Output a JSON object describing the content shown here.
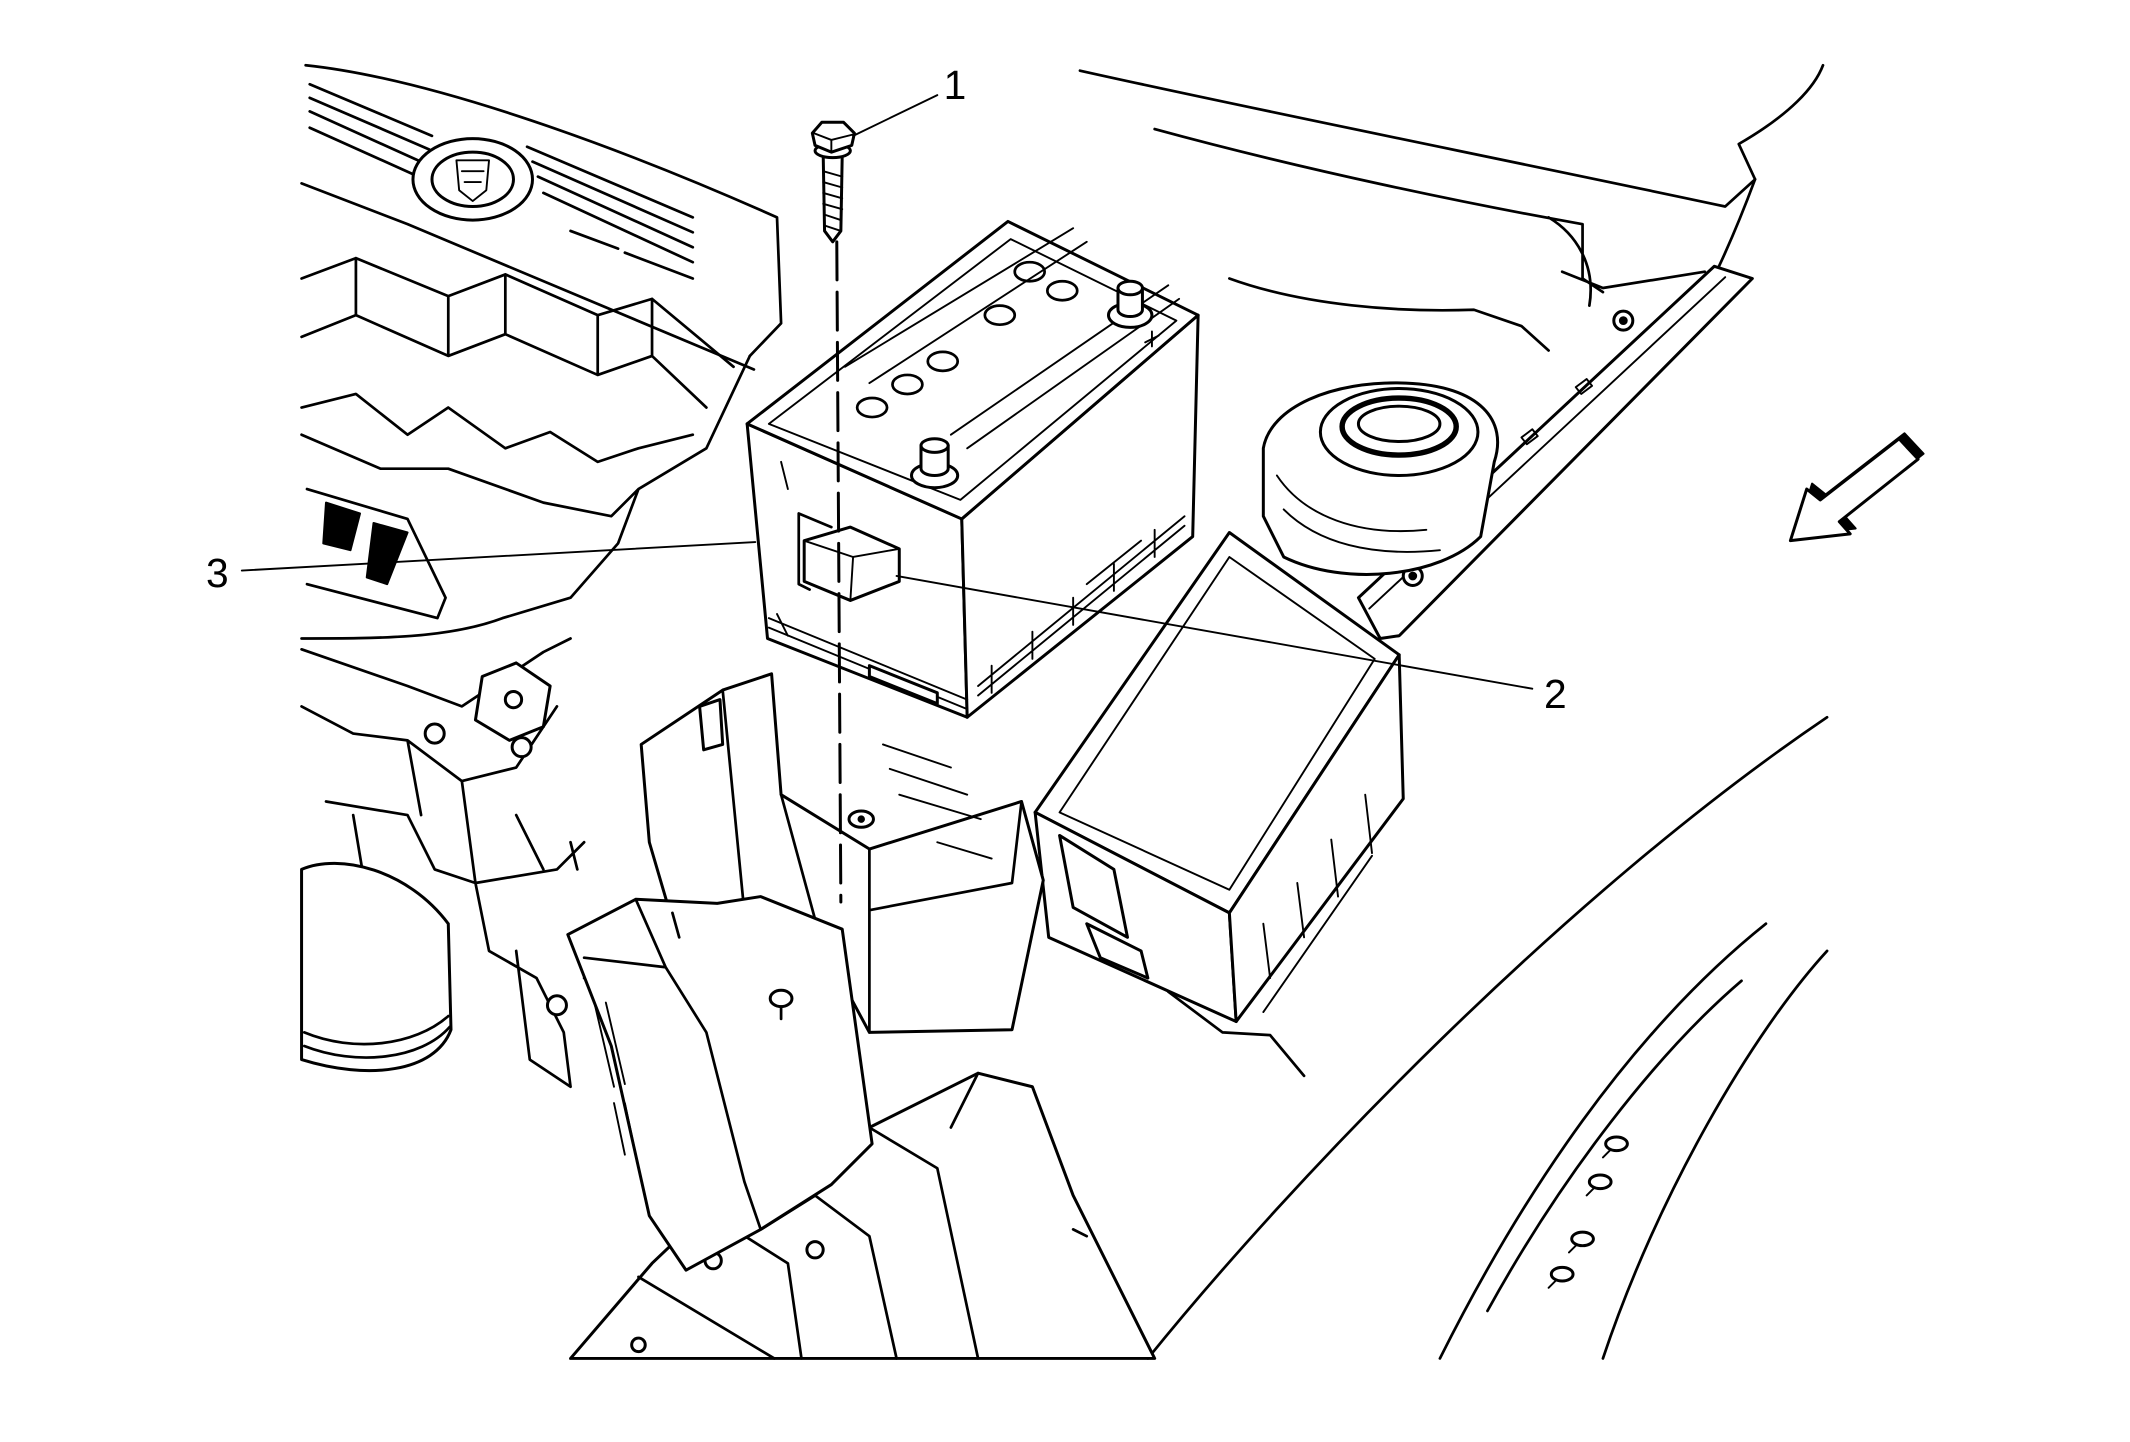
{
  "colors": {
    "line": "#000000",
    "background": "#ffffff"
  },
  "callouts": [
    "1",
    "2",
    "3"
  ]
}
